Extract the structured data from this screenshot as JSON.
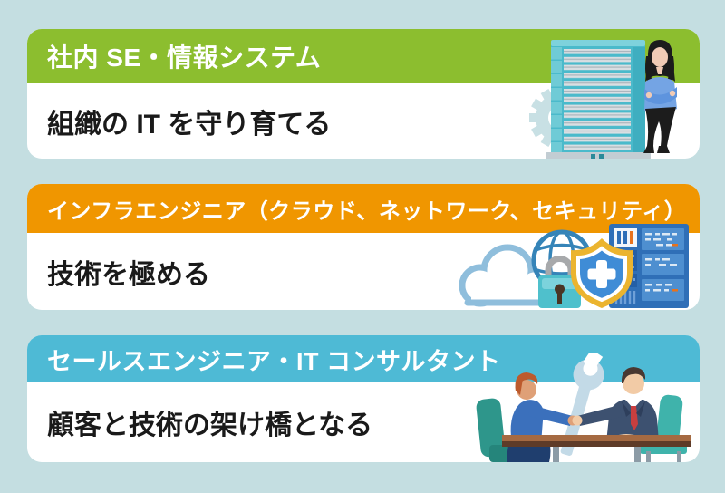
{
  "background_color": "#C4DEE1",
  "cards": [
    {
      "id": "internal-se",
      "header_label": "社内 SE・情報システム",
      "body_label": "組織の IT を守り育てる",
      "header_color": "#8CBE2F",
      "illustration": "woman-engineer-leaning-on-server-tower-with-gear"
    },
    {
      "id": "infra-engineer",
      "header_label": "インフラエンジニア（クラウド、ネットワーク、セキュリティ）",
      "body_label": "技術を極める",
      "header_color": "#F09600",
      "illustration": "cloud-padlock-globe-shield-server-rack"
    },
    {
      "id": "sales-engineer-consultant",
      "header_label": "セールスエンジニア・IT コンサルタント",
      "body_label": "顧客と技術の架け橋となる",
      "header_color": "#4EBAD5",
      "illustration": "two-men-handshake-over-table-with-wrench"
    }
  ],
  "palette": {
    "card_background": "#FFFFFF",
    "header_text": "#FFFFFF",
    "body_text": "#1A1A1A",
    "server_teal": "#4ABACB",
    "gear_blue": "#C8E0E4",
    "cloud_outline_blue": "#8FBEDC",
    "globe_blue": "#3584B8",
    "lock_teal": "#4FC0CC",
    "shield_gold": "#EBB42F",
    "shield_blue": "#3F8CD6",
    "rack_blue": "#2F6FB7",
    "wrench_blue": "#C3DAE7",
    "table_brown": "#A56A42",
    "chair_teal": "#2E968B",
    "suit_navy": "#3D5170",
    "tie_red": "#C93F3F",
    "shirt_blue": "#3B70BC"
  }
}
